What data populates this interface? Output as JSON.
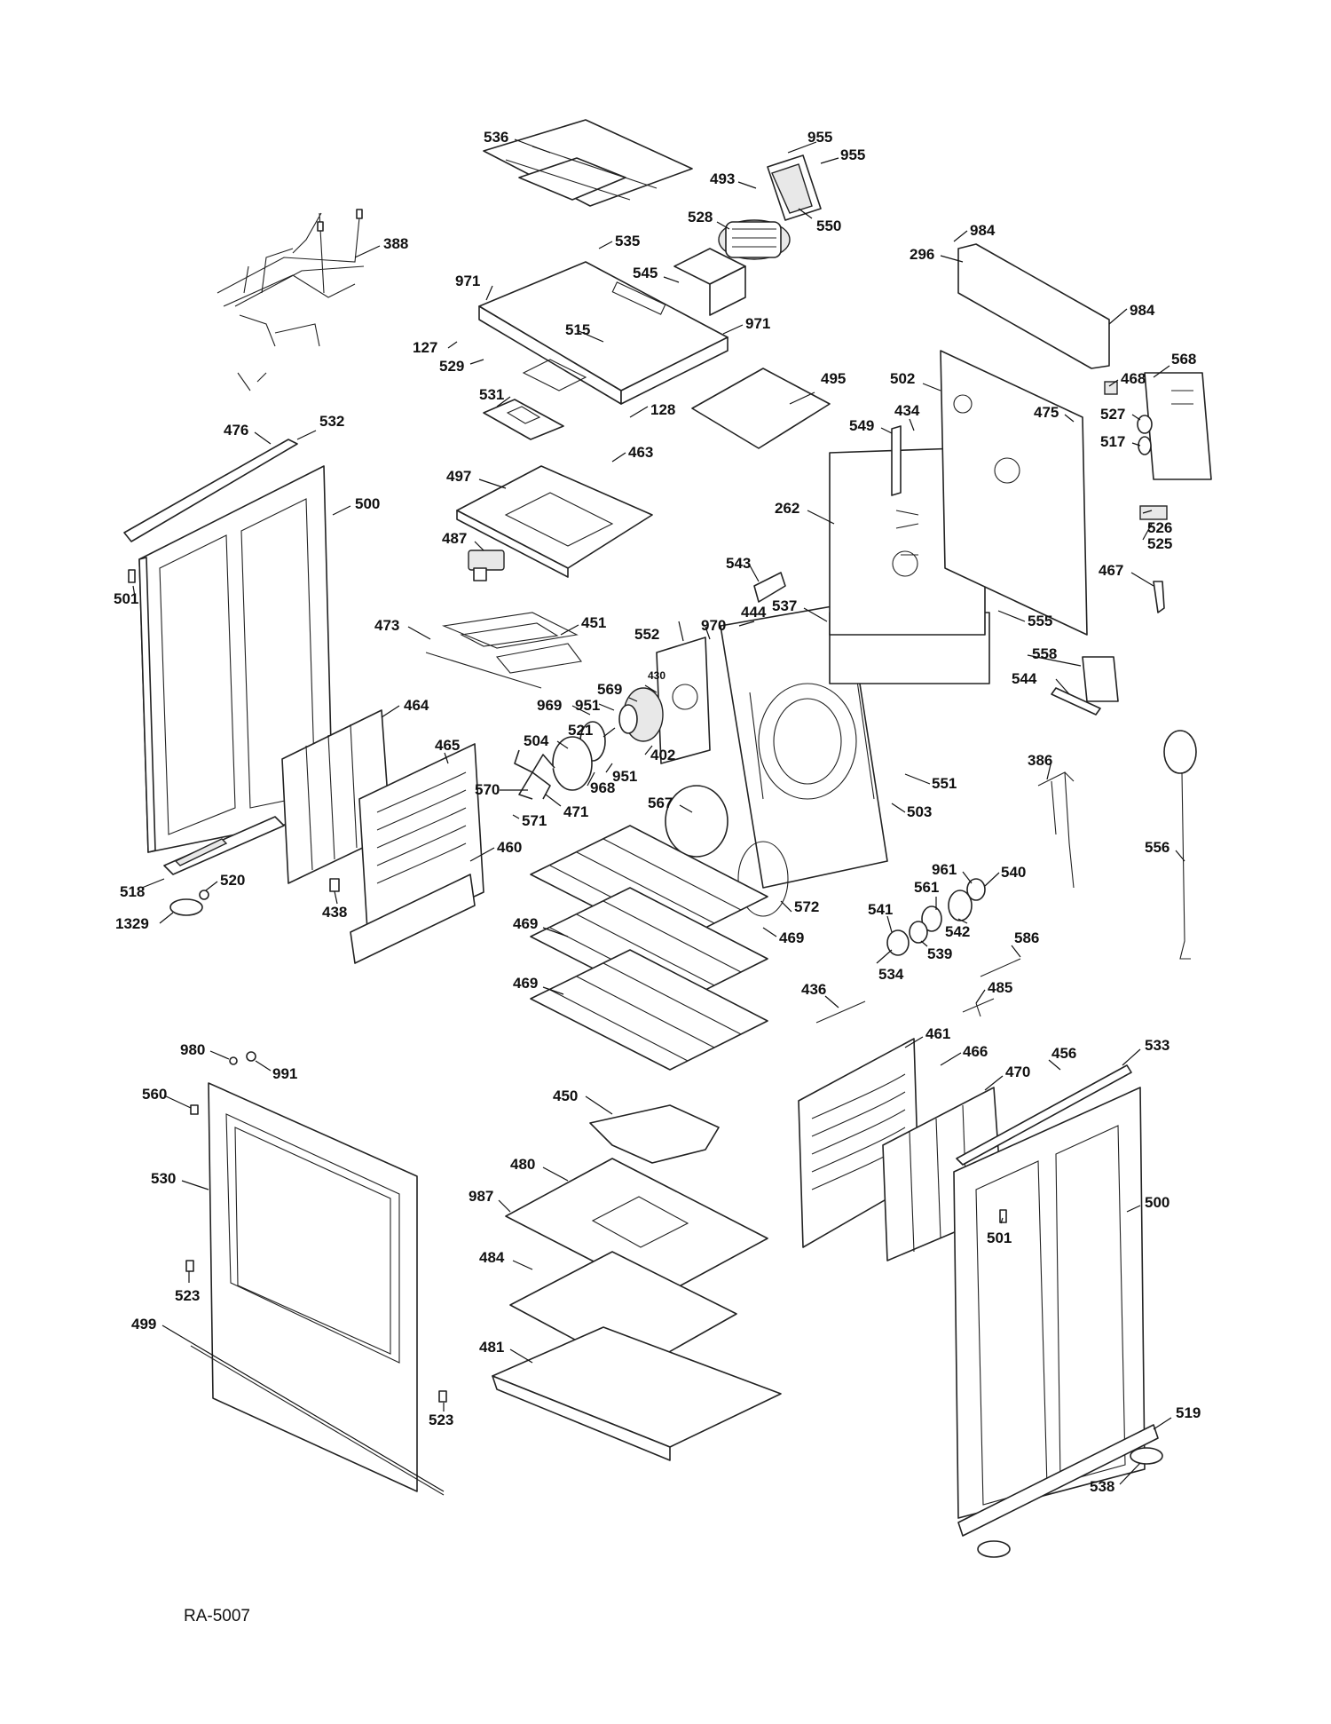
{
  "drawing_number": "RA-5007",
  "callouts": {
    "p536": "536",
    "p955a": "955",
    "p955b": "955",
    "p493": "493",
    "p528": "528",
    "p550": "550",
    "p388": "388",
    "p535": "535",
    "p545": "545",
    "p971a": "971",
    "p971b": "971",
    "p984a": "984",
    "p296": "296",
    "p984b": "984",
    "p127": "127",
    "p515": "515",
    "p529": "529",
    "p568": "568",
    "p495": "495",
    "p502": "502",
    "p468": "468",
    "p531": "531",
    "p128": "128",
    "p434": "434",
    "p475": "475",
    "p527": "527",
    "p476": "476",
    "p532": "532",
    "p549": "549",
    "p517": "517",
    "p463": "463",
    "p497": "497",
    "p262": "262",
    "p500a": "500",
    "p526": "526",
    "p525": "525",
    "p487": "487",
    "p543": "543",
    "p467": "467",
    "p501a": "501",
    "p537": "537",
    "p555": "555",
    "p473": "473",
    "p451": "451",
    "p552": "552",
    "p970": "970",
    "p444": "444",
    "p558": "558",
    "p430": "430",
    "p544": "544",
    "p969": "969",
    "p569": "569",
    "p464": "464",
    "p951a": "951",
    "p521": "521",
    "p465": "465",
    "p504": "504",
    "p402": "402",
    "p386": "386",
    "p951b": "951",
    "p968": "968",
    "p551": "551",
    "p570": "570",
    "p471": "471",
    "p567": "567",
    "p503": "503",
    "p571": "571",
    "p460": "460",
    "p556": "556",
    "p961": "961",
    "p540": "540",
    "p518": "518",
    "p520": "520",
    "p561": "561",
    "p572": "572",
    "p438": "438",
    "p541": "541",
    "p542": "542",
    "p1329": "1329",
    "p469a": "469",
    "p469b": "469",
    "p539": "539",
    "p586": "586",
    "p534": "534",
    "p469c": "469",
    "p436": "436",
    "p485": "485",
    "p980": "980",
    "p461": "461",
    "p466": "466",
    "p456": "456",
    "p533": "533",
    "p991": "991",
    "p470": "470",
    "p560": "560",
    "p450": "450",
    "p530": "530",
    "p480": "480",
    "p500b": "500",
    "p987": "987",
    "p501b": "501",
    "p484": "484",
    "p523a": "523",
    "p499": "499",
    "p481": "481",
    "p523b": "523",
    "p519": "519",
    "p538": "538"
  }
}
